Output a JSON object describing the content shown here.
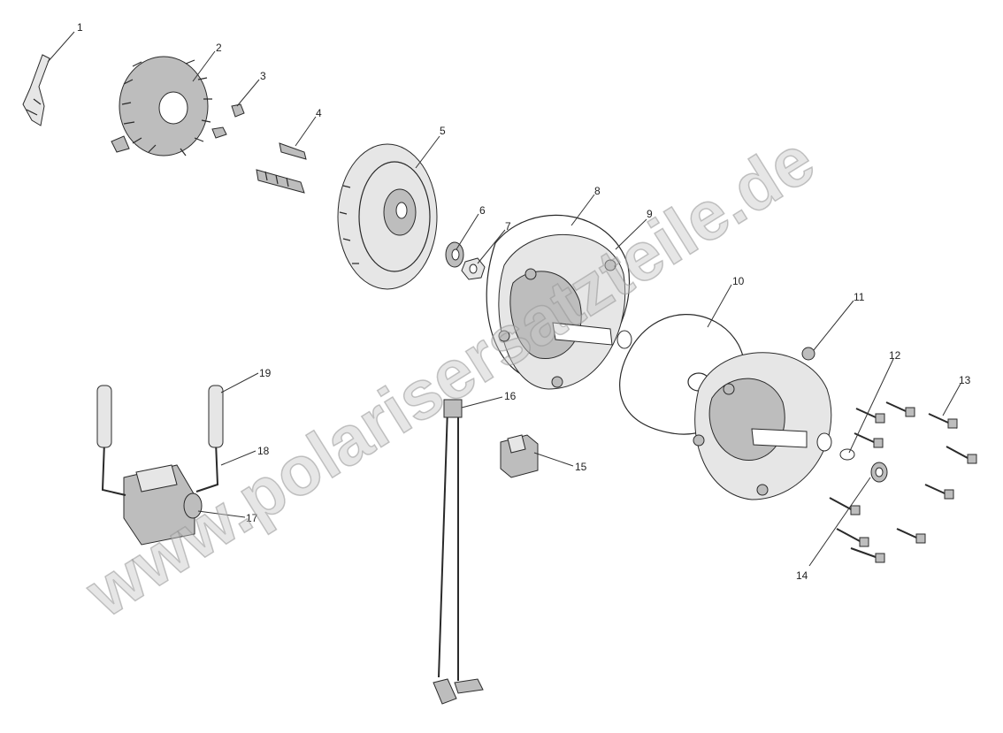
{
  "watermark": "www.polarisersatzteile.de",
  "callouts": [
    "1",
    "2",
    "3",
    "4",
    "5",
    "6",
    "7",
    "8",
    "9",
    "10",
    "11",
    "12",
    "13",
    "14",
    "15",
    "16",
    "17",
    "18",
    "19"
  ]
}
